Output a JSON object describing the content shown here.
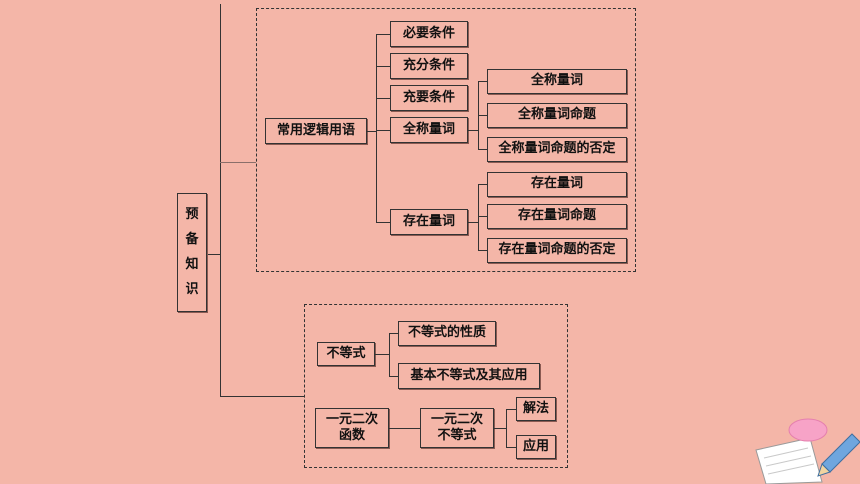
{
  "root": {
    "chars": [
      "预",
      "备",
      "知",
      "识"
    ]
  },
  "logic": {
    "title": "常用逻辑用语",
    "necessary": "必要条件",
    "sufficient": "充分条件",
    "necessary_sufficient": "充要条件",
    "universal": {
      "label": "全称量词",
      "items": [
        "全称量词",
        "全称量词命题",
        "全称量词命题的否定"
      ]
    },
    "existential": {
      "label": "存在量词",
      "items": [
        "存在量词",
        "存在量词命题",
        "存在量词命题的否定"
      ]
    }
  },
  "inequality": {
    "title": "不等式",
    "items": [
      "不等式的性质",
      "基本不等式及其应用"
    ]
  },
  "quadratic": {
    "function": [
      "一元二次",
      "函数"
    ],
    "inequality": [
      "一元二次",
      "不等式"
    ],
    "items": [
      "解法",
      "应用"
    ]
  }
}
